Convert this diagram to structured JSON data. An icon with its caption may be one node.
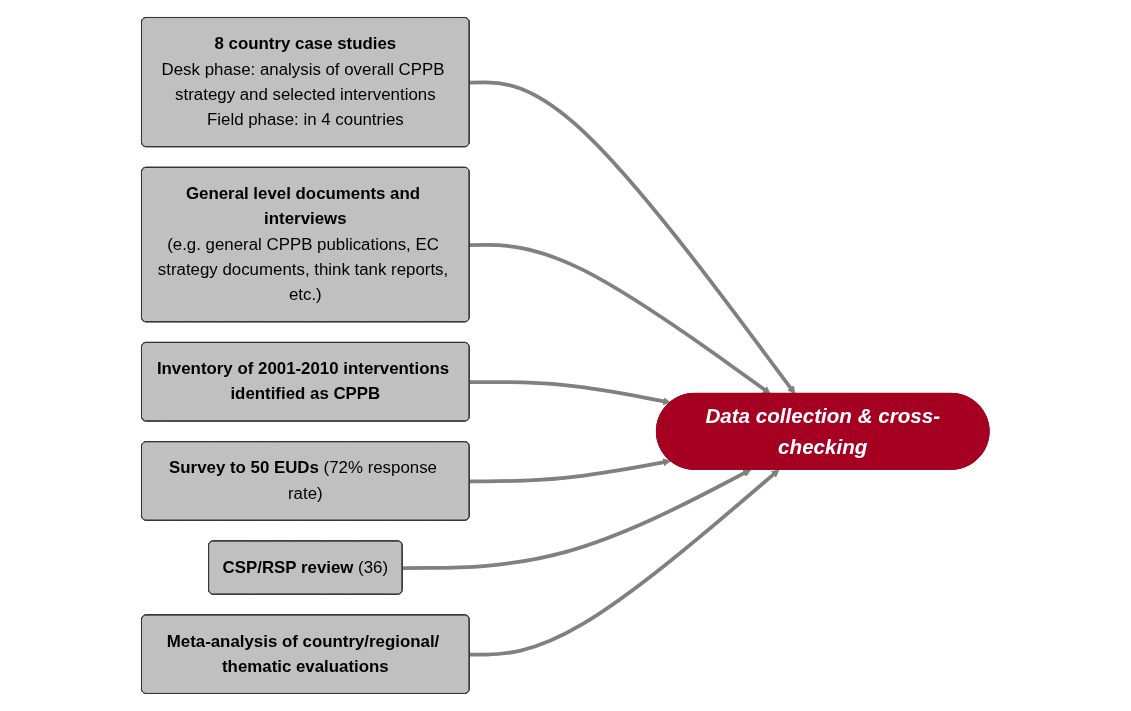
{
  "diagram": {
    "nodes": [
      {
        "text": [
          "Data collection & cross-checking"
        ]
      },
      {
        "text": [
          "8 country case studies",
          "Desk phase: analysis of overall CPPB strategy and selected interventions",
          "Field phase: in 4 countries"
        ]
      },
      {
        "text": [
          "General level documents and interviews",
          "(e.g. general CPPB publications, EC strategy documents, think tank reports, etc.)"
        ]
      },
      {
        "text": [
          "Inventory of 2001-2010 interventions identified as CPPB"
        ]
      },
      {
        "text": [
          "**Survey to 50 EUDs** (72% response rate)"
        ]
      },
      {
        "text": [
          "**CSP/RSP review** (36)"
        ]
      },
      {
        "text": [
          "Meta-analysis of country/regional/ thematic evaluations"
        ]
      }
    ],
    "edges": [
      {
        "from": 1,
        "to": 0,
        "arrow": "to"
      },
      {
        "from": 2,
        "to": 0,
        "arrow": "to"
      },
      {
        "from": 3,
        "to": 0,
        "arrow": "to"
      },
      {
        "from": 4,
        "to": 0,
        "arrow": "to"
      },
      {
        "from": 5,
        "to": 0,
        "arrow": "to"
      },
      {
        "from": 6,
        "to": 0,
        "arrow": "to"
      }
    ]
  }
}
